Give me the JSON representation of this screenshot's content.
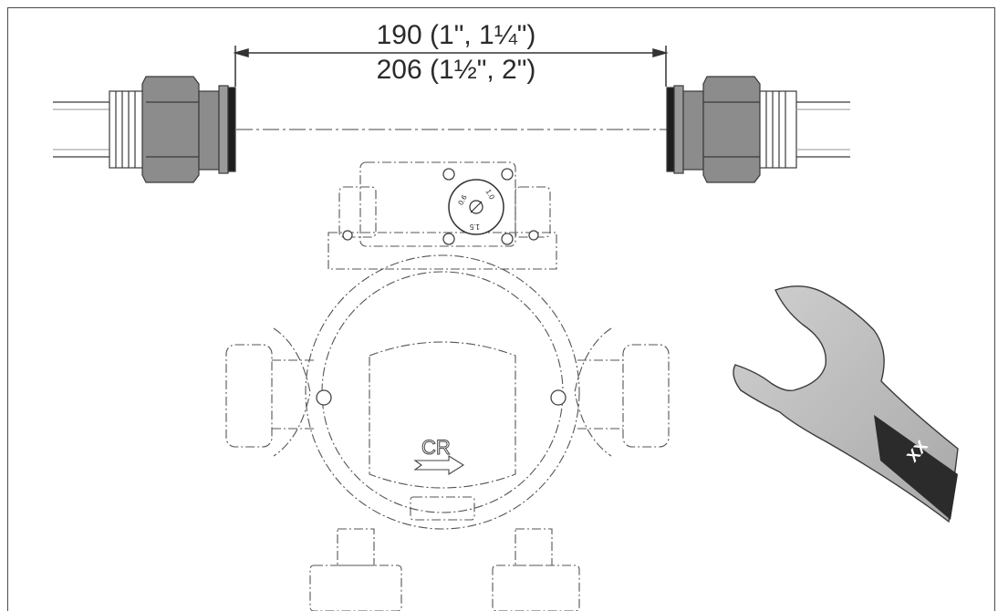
{
  "dimension": {
    "line1": "190 (1\", 1¼\")",
    "line2": "206 (1½\", 2\")"
  },
  "dial": {
    "labels": [
      "0.6",
      "1.0",
      "1.5"
    ]
  },
  "pump": {
    "logo_text": "CR"
  },
  "wrench": {
    "label": "XX"
  },
  "colors": {
    "line": "#3a3a3a",
    "nut_fill": "#8c8c8c",
    "wrench_fill": "#bdbdbd",
    "wrench_band": "#2b2b2b"
  }
}
